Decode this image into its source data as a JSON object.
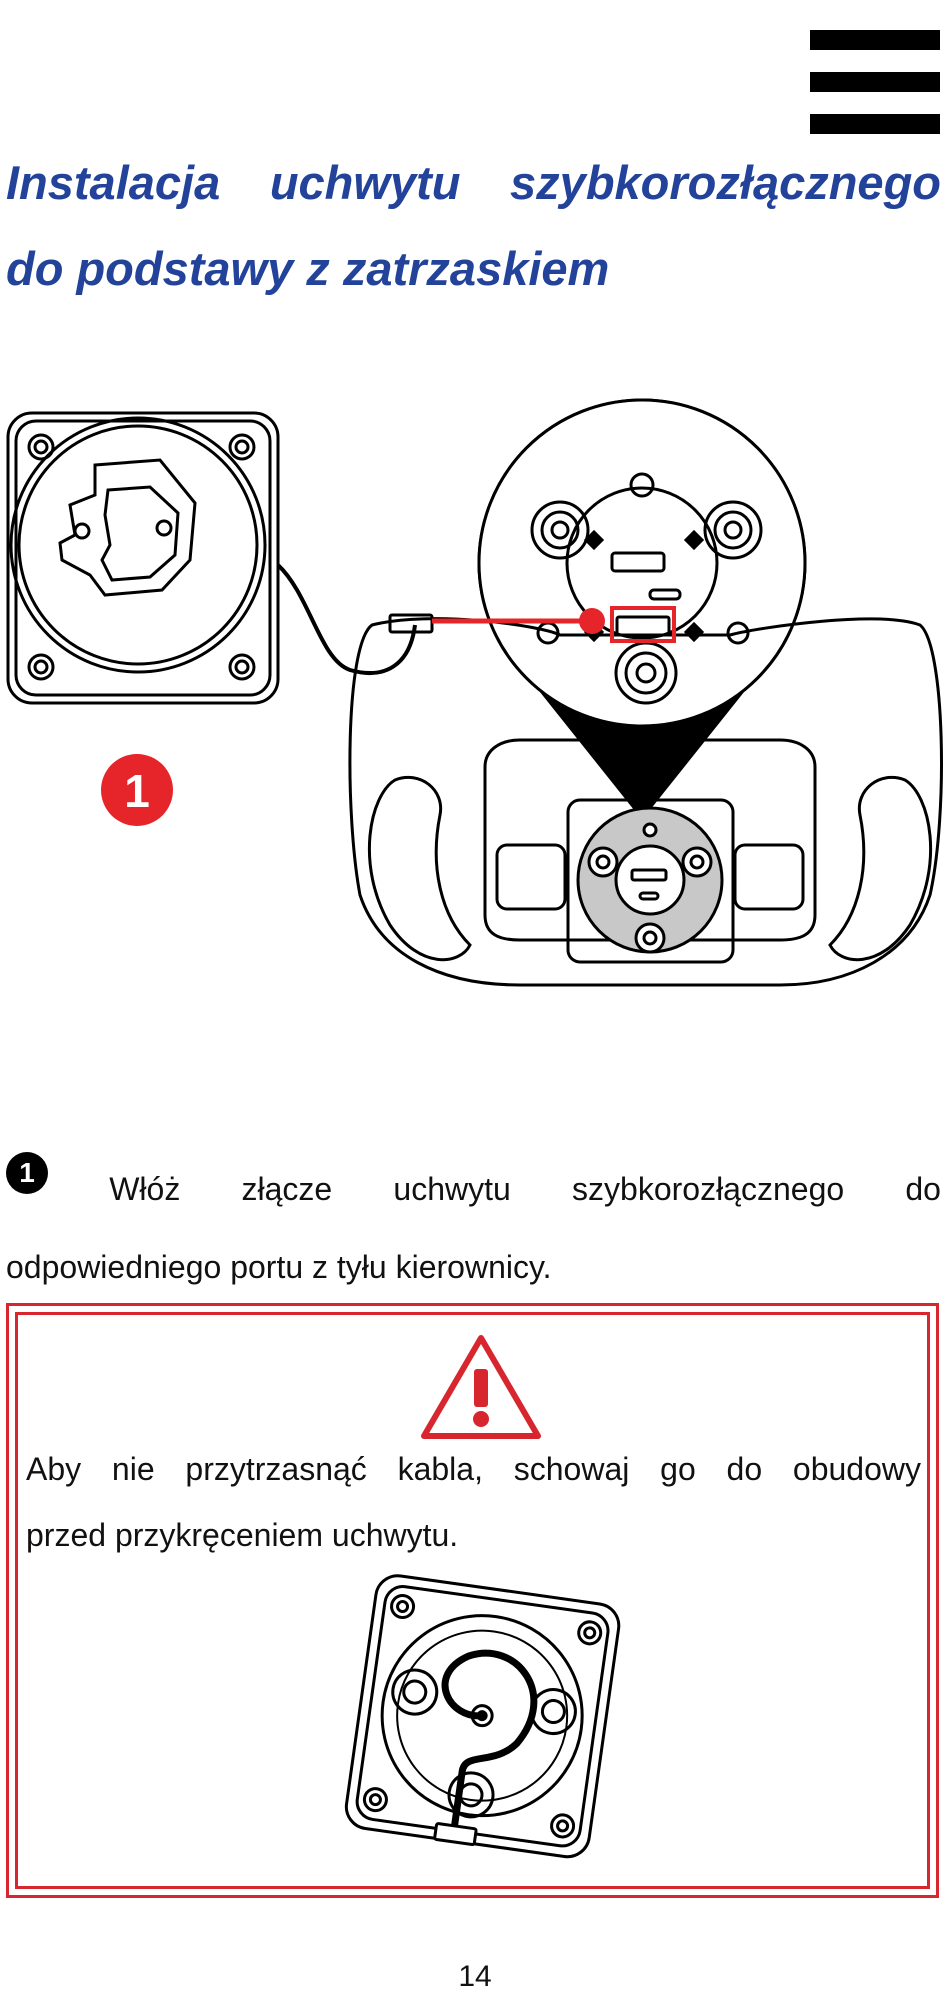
{
  "header": {
    "menu_icon": "hamburger-menu-icon"
  },
  "title": {
    "line1_words": [
      "Instalacja",
      "uchwytu",
      "szybkorozłącznego"
    ],
    "line2": "do podstawy z zatrzaskiem",
    "color": "#23439b"
  },
  "figure": {
    "step_badge": "1",
    "badge_color": "#e5252a",
    "connector_color": "#e5252a"
  },
  "instruction": {
    "bullet": "1",
    "line1_words": [
      "Włóż",
      "złącze",
      "uchwytu",
      "szybkorozłącznego",
      "do"
    ],
    "line2": "odpowiedniego portu z tyłu kierownicy."
  },
  "warning": {
    "icon": "warning-triangle-icon",
    "icon_color": "#d8262f",
    "line1_words": [
      "Aby",
      "nie",
      "przytrzasnąć",
      "kabla,",
      "schowaj",
      "go",
      "do",
      "obudowy"
    ],
    "line2": "przed przykręceniem uchwytu."
  },
  "footer": {
    "page_number": "14"
  }
}
